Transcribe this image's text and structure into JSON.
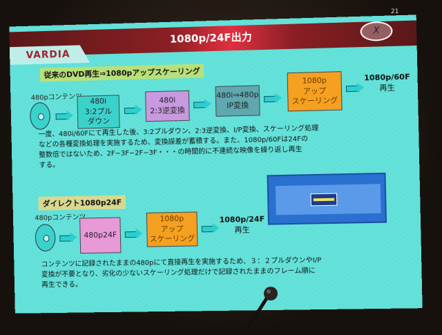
{
  "slide": {
    "page_number": "21",
    "title": "1080p/24F出力",
    "brand": "VARDIA",
    "logo_text": "X",
    "section1": {
      "heading": "従来のDVD再生⇒1080pアップスケーリング",
      "source_label": "480pコンテンツ",
      "steps": [
        "480i\n3:2プル\nダウン",
        "480i\n2:3逆変換",
        "480i⇒480p\nIP変換",
        "1080p\nアップ\nスケーリング"
      ],
      "output_title": "1080p/60F",
      "output_sub": "再生",
      "text_lines": [
        "一度、480i/60Fにて再生した後、3:2プルダウン、2:3逆変換、I/P変換、スケーリング処理",
        "などの各種変換処理を実施するため、変換誤差が蓄積する。また、1080p/60Fは24Fの",
        "整数倍ではないため、2F−3F−2F−3F・・・の時間的に不連続な映像を繰り返し再生",
        "する。"
      ]
    },
    "section2": {
      "heading": "ダイレクト1080p24F",
      "source_label": "480pコンテンツ",
      "steps": [
        "480p24F",
        "1080p\nアップ\nスケーリング"
      ],
      "output_title": "1080p/24F",
      "output_sub": "再生",
      "text_lines": [
        "コンテンツに記録されたままの480pにて直接再生を実施するため、３：２プルダウンやI/P",
        "変換が不要となり、劣化の少ないスケーリング処理だけで記録されたままのフレーム順に",
        "再生できる。"
      ]
    },
    "colors": {
      "teal": "#3cd2cc",
      "violet": "#c79ae0",
      "slate": "#5fa8b0",
      "orange": "#f5a020",
      "pink": "#e89ad8",
      "header_red": "#d02838"
    }
  }
}
